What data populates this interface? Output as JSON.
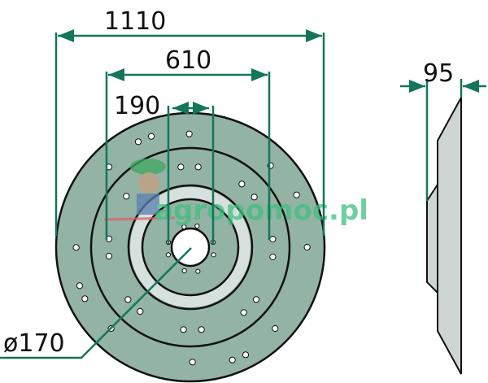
{
  "dimensions": {
    "overall_diameter": "1110",
    "bolt_circle_outer": "610",
    "bolt_circle_inner": "190",
    "thickness": "95",
    "center_hole": "ø170"
  },
  "watermark": {
    "text": "agropomoc.pl",
    "main_color": "#3fbf7f",
    "tld_color": "#e0606a"
  },
  "colors": {
    "disc": "#93b3a5",
    "band": "#d6e0dc",
    "side": "#cdd6d2",
    "dimension": "#13765a"
  }
}
